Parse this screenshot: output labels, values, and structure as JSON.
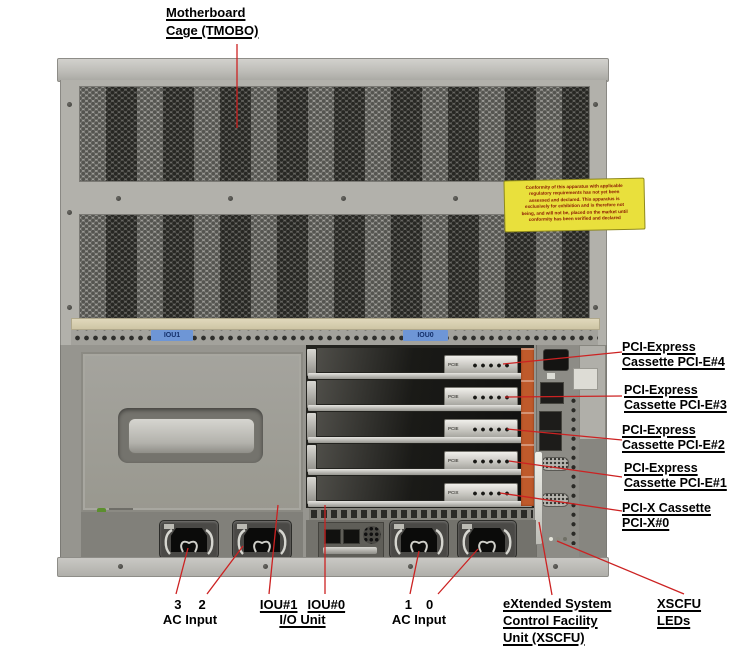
{
  "callouts": {
    "tmobo": {
      "line1": "Motherboard",
      "line2": "Cage (TMOBO)"
    },
    "pcie4": {
      "line1": "PCI-Express",
      "line2": "Cassette PCI-E#4"
    },
    "pcie3": {
      "line1": "PCI-Express",
      "line2": "Cassette PCI-E#3"
    },
    "pcie2": {
      "line1": "PCI-Express",
      "line2": "Cassette PCI-E#2"
    },
    "pcie1": {
      "line1": "PCI-Express",
      "line2": "Cassette PCI-E#1"
    },
    "pcix0": {
      "line1": "PCI-X Cassette",
      "line2": "PCI-X#0"
    },
    "ac_left": {
      "num_a": "3",
      "num_b": "2",
      "label": "AC Input"
    },
    "io_units": {
      "iou1": "IOU#1",
      "iou0": "IOU#0",
      "label": "I/O Unit"
    },
    "ac_right": {
      "num_a": "1",
      "num_b": "0",
      "label": "AC Input"
    },
    "xscfu": {
      "line1": "eXtended System",
      "line2": "Control Facility",
      "line3": "Unit (XSCFU)"
    },
    "xscfu_leds": {
      "line1": "XSCFU",
      "line2": "LEDs"
    }
  },
  "chassis": {
    "iou1_tag": "IOU1",
    "iou0_tag": "IOU0",
    "cassettes": [
      {
        "tag": "PCIE"
      },
      {
        "tag": "PCIE"
      },
      {
        "tag": "PCIE"
      },
      {
        "tag": "PCIE"
      },
      {
        "tag": "PCIX"
      }
    ],
    "warning_label": {
      "l1": "Conformity of this apparatus with applicable",
      "l2": "regulatory requirements has not yet been",
      "l3": "assessed and declared. This apparatus is",
      "l4": "exclusively for exhibition and is therefore not",
      "l5": "being, and will not be, placed on the market until",
      "l6": "conformity has been verified and declared"
    }
  },
  "colors": {
    "callout_line": "#cc2222",
    "label_text": "#000000",
    "warning_bg": "#e9e03c",
    "iou_tag_bg": "#6e96d6",
    "cassette_lock_orange": "#bf5a2b"
  }
}
